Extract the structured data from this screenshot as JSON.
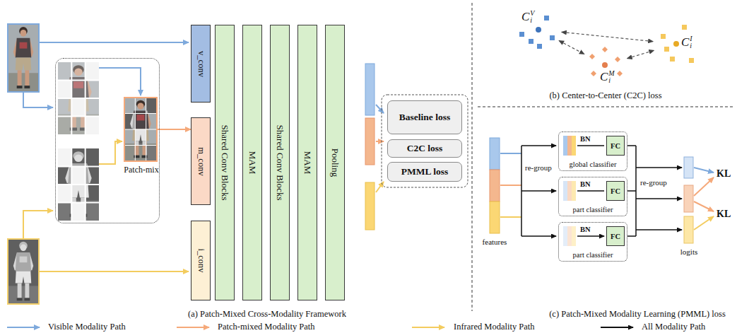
{
  "diagram": {
    "nodes": [
      {
        "text": [
          "Patch-mix"
        ]
      },
      {
        "text": [
          "v_conv"
        ]
      },
      {
        "text": [
          "m_conv"
        ]
      },
      {
        "text": [
          "i_conv"
        ]
      },
      {
        "text": [
          "Shared Conv Blocks"
        ]
      },
      {
        "text": [
          "MAM"
        ]
      },
      {
        "text": [
          "Shared Conv Blocks"
        ]
      },
      {
        "text": [
          "MAM"
        ]
      },
      {
        "text": [
          "Pooling"
        ]
      },
      {
        "text": [
          "Baseline loss"
        ]
      },
      {
        "text": [
          "C2C loss"
        ]
      },
      {
        "text": [
          "PMML loss"
        ]
      },
      {
        "text": [
          "C",
          "V",
          "i"
        ]
      },
      {
        "text": [
          "C",
          "M",
          "i"
        ]
      },
      {
        "text": [
          "C",
          "I",
          "i"
        ]
      },
      {
        "text": [
          "global classifier"
        ]
      },
      {
        "text": [
          "FC"
        ],
        "in": 15
      },
      {
        "text": [
          "part classifier"
        ]
      },
      {
        "text": [
          "FC"
        ],
        "in": 17
      },
      {
        "text": [
          "part classifier"
        ]
      },
      {
        "text": [
          "FC"
        ],
        "in": 19
      }
    ],
    "edges": [
      {
        "from": 0,
        "to": 2,
        "arrow": "to"
      },
      {
        "from": 12,
        "to": 14,
        "arrow": "both"
      },
      {
        "from": 12,
        "to": 13,
        "arrow": "both"
      },
      {
        "from": 13,
        "to": 14,
        "arrow": "both"
      }
    ],
    "labels": [
      "(a) Patch-Mixed Cross-Modality Framework",
      "(b) Center-to-Center (C2C) loss",
      "BN",
      "BN",
      "BN",
      "re-group",
      "re-group",
      "features",
      "logits",
      "KL",
      "KL",
      "(c) Patch-Mixed Modality Learning (PMML) loss"
    ],
    "legend": [
      {
        "text": "Visible Modality Path"
      },
      {
        "text": "Patch-mixed Modality Path"
      },
      {
        "text": "Infrared Modality Path"
      },
      {
        "text": "All Modality Path"
      }
    ]
  }
}
